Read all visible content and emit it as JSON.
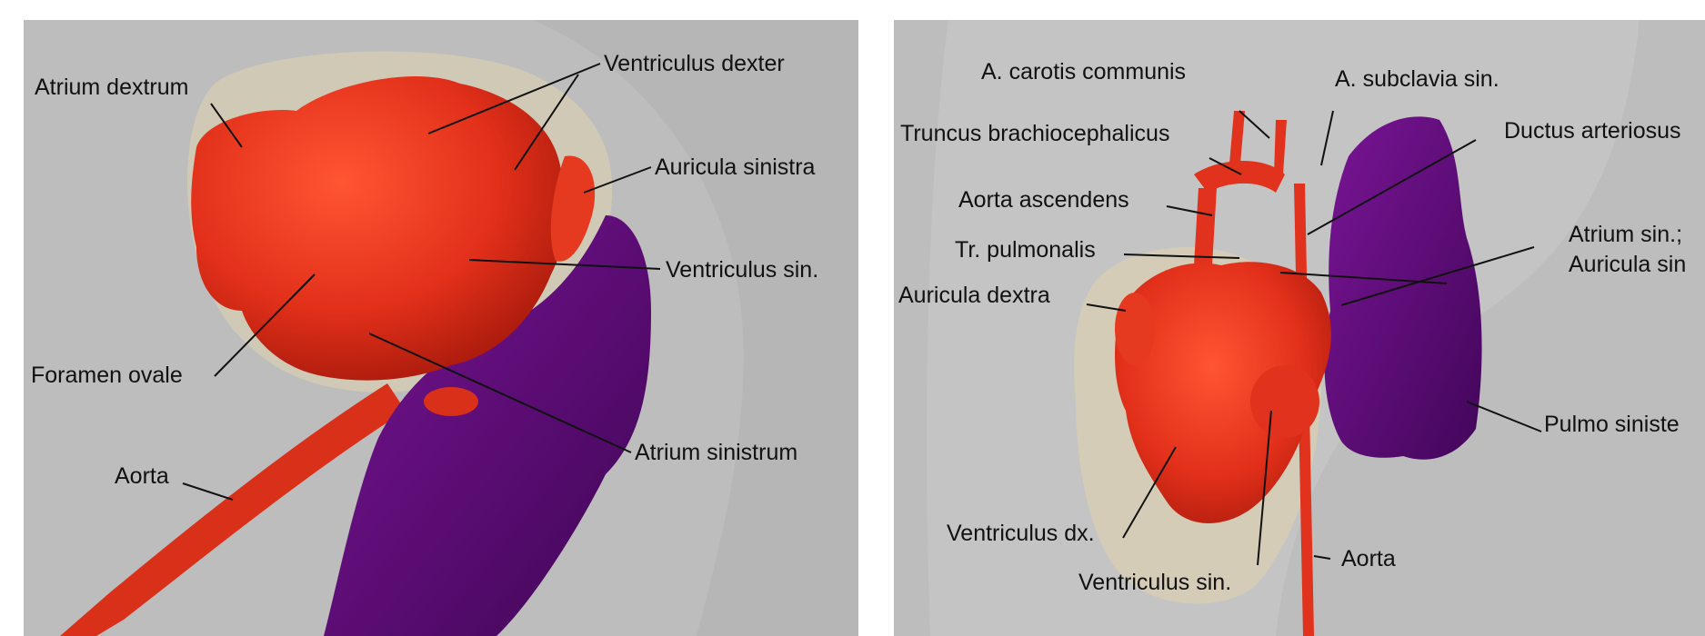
{
  "colors": {
    "background": "#bdbdbd",
    "heart_red": "#e8301a",
    "lung_purple": "#5f0a78",
    "shell_beige": "#d9cfb2"
  },
  "panels": [
    {
      "name": "left",
      "labels": {
        "atrium_dextrum": "Atrium dextrum",
        "ventriculus_dexter": "Ventriculus dexter",
        "auricula_sinistra": "Auricula sinistra",
        "ventriculus_sin": "Ventriculus sin.",
        "foramen_ovale": "Foramen ovale",
        "aorta": "Aorta",
        "atrium_sinistrum": "Atrium sinistrum"
      }
    },
    {
      "name": "right",
      "labels": {
        "a_carotis_communis": "A. carotis communis",
        "a_subclavia_sin": "A. subclavia sin.",
        "truncus_brachiocephalicus": "Truncus brachiocephalicus",
        "ductus_arteriosus": "Ductus arteriosus",
        "aorta_ascendens": "Aorta ascendens",
        "atrium_sin_auricula_line1": "Atrium sin.;",
        "atrium_sin_auricula_line2": "Auricula sin",
        "tr_pulmonalis": "Tr. pulmonalis",
        "auricula_dextra": "Auricula dextra",
        "pulmo_sinister": "Pulmo siniste",
        "ventriculus_dx": "Ventriculus dx.",
        "aorta": "Aorta",
        "ventriculus_sin": "Ventriculus sin."
      }
    }
  ]
}
